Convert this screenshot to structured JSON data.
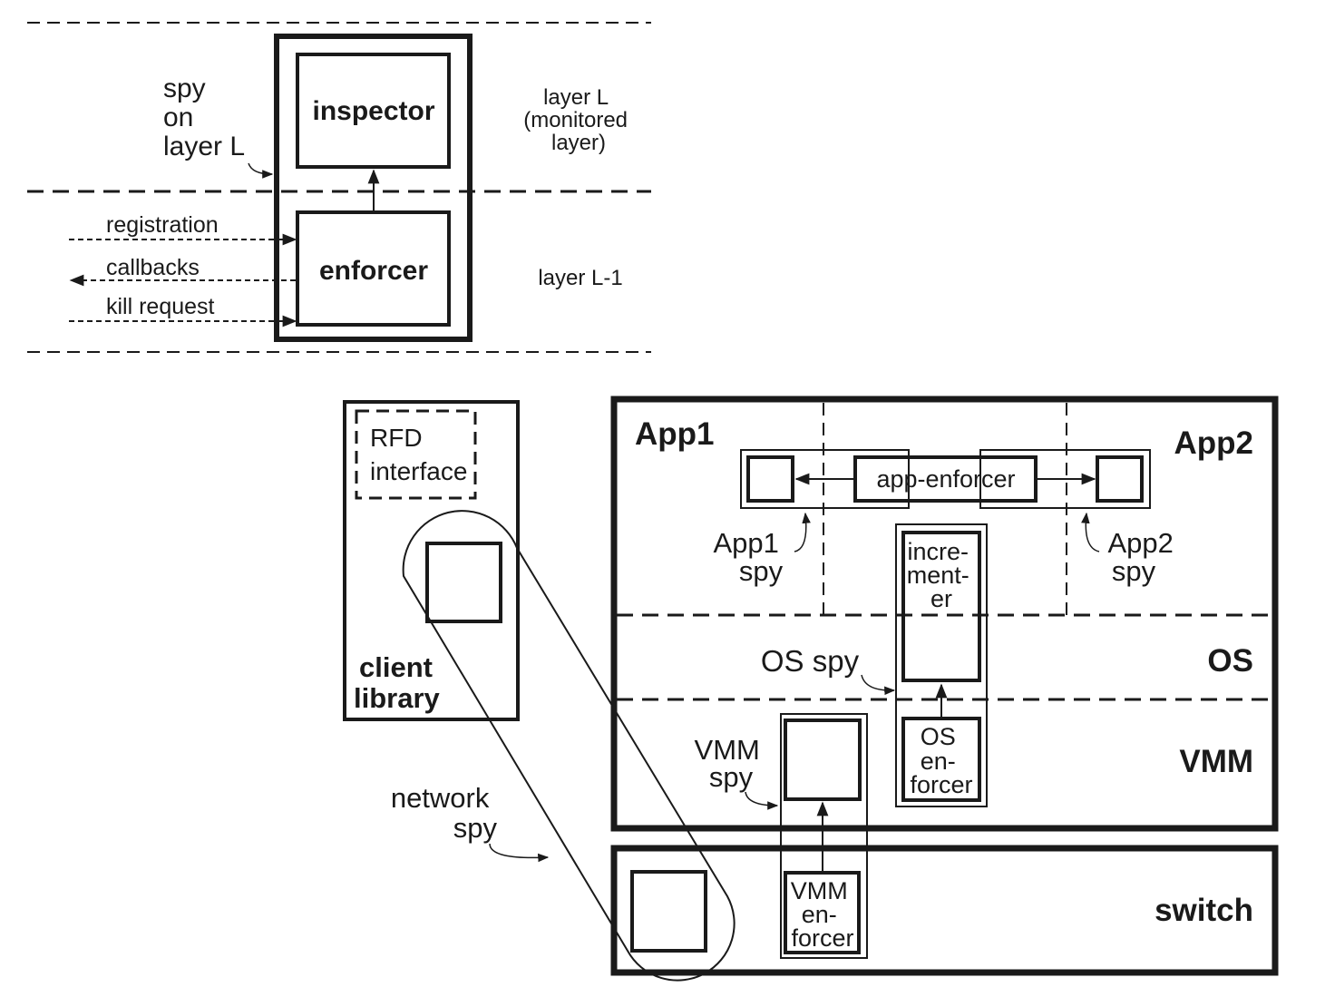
{
  "top": {
    "inspector": "inspector",
    "enforcer": "enforcer",
    "spy_label": [
      "spy",
      "on",
      "layer L"
    ],
    "layer_l": [
      "layer L",
      "(monitored",
      "layer)"
    ],
    "layer_l1": "layer L-1",
    "arrows": {
      "registration": "registration",
      "callbacks": "callbacks",
      "kill_request": "kill request"
    }
  },
  "bottom": {
    "client_library": {
      "rfd_interface": [
        "RFD",
        "interface"
      ],
      "label": [
        "client",
        "library"
      ]
    },
    "network_spy": [
      "network",
      "spy"
    ],
    "layers": {
      "app1": "App1",
      "app2": "App2",
      "os": "OS",
      "vmm": "VMM",
      "switch": "switch"
    },
    "app_enforcer": "app-enforcer",
    "app1_spy": [
      "App1",
      "spy"
    ],
    "app2_spy": [
      "App2",
      "spy"
    ],
    "incrementer": [
      "incre-",
      "ment-",
      "er"
    ],
    "os_spy": "OS spy",
    "os_enforcer": [
      "OS",
      "en-",
      "forcer"
    ],
    "vmm_spy": [
      "VMM",
      "spy"
    ],
    "vmm_enforcer": [
      "VMM",
      "en-",
      "forcer"
    ]
  }
}
